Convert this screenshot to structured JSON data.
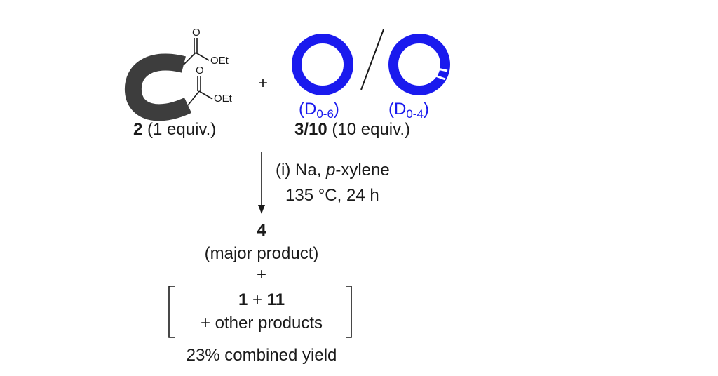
{
  "reactant_2": {
    "ester_top_label": "OEt",
    "ester_bottom_label": "OEt",
    "carbonyl_label_top": "O",
    "carbonyl_label_bottom": "O",
    "compound_number": "2",
    "equiv": "(1 equiv.)"
  },
  "plus_sign": "+",
  "reactant_3_10": {
    "label_left_main": "(D",
    "label_left_sub": "0-6",
    "label_left_close": ")",
    "label_right_main": "(D",
    "label_right_sub": "0-4",
    "label_right_close": ")",
    "compound_number": "3/10",
    "equiv": "(10 equiv.)",
    "ring_color": "#1a1aee",
    "molecule_color": "#3d3d3d"
  },
  "conditions": {
    "line1_prefix": "(i) Na, ",
    "line1_italic": "p",
    "line1_suffix": "-xylene",
    "line2": "135 °C, 24 h"
  },
  "products": {
    "major_number": "4",
    "major_note": "(major product)",
    "plus": "+",
    "minor_a": "1",
    "minor_plus": " + ",
    "minor_b": "11",
    "other": "+ other products",
    "yield": "23% combined yield"
  }
}
